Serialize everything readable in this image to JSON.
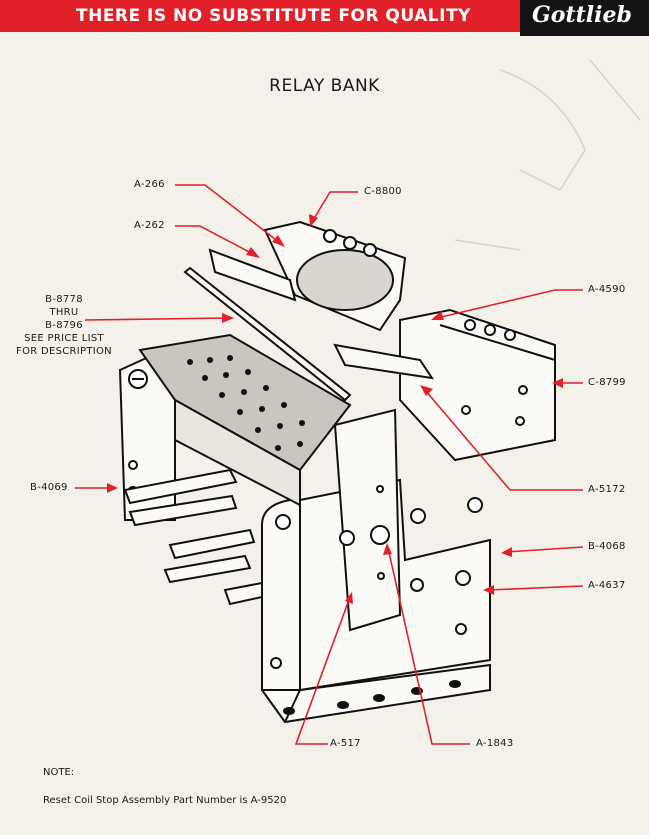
{
  "header": {
    "slogan": "THERE IS NO SUBSTITUTE FOR QUALITY",
    "brand": "Gottlieb"
  },
  "title": "RELAY BANK",
  "callouts": {
    "a266": "A-266",
    "a262": "A-262",
    "c8800": "C-8800",
    "b8778_block": [
      "B-8778",
      "THRU",
      "B-8796",
      "SEE PRICE LIST",
      "FOR DESCRIPTION"
    ],
    "a4590": "A-4590",
    "c8799": "C-8799",
    "b4069": "B-4069",
    "a5172": "A-5172",
    "b4068": "B-4068",
    "a4637": "A-4637",
    "a517": "A-517",
    "a1843": "A-1843"
  },
  "note": {
    "label": "NOTE:",
    "text": "Reset Coil Stop Assembly Part Number is A-9520"
  },
  "colors": {
    "red": "#e2202a",
    "black": "#141414",
    "paper": "#f4f1ea"
  }
}
